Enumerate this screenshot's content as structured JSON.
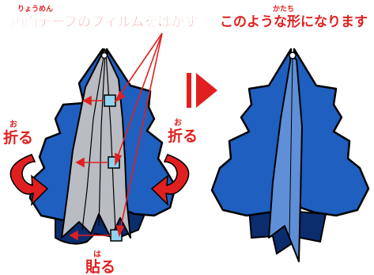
{
  "left_panel": {
    "title": "両面テープのフィルムをはがす",
    "title_ruby": "りょうめん",
    "fold_left": "折る",
    "fold_left_ruby": "お",
    "fold_right": "折る",
    "fold_right_ruby": "お",
    "stick": "貼る",
    "stick_ruby": "は"
  },
  "right_panel": {
    "title": "このような形になります",
    "title_ruby": "かたち"
  },
  "colors": {
    "tree_blue": "#1f5fbf",
    "tree_dark": "#0b2d6e",
    "tree_light": "#5f8fd6",
    "inner_gray": "#b9bcc2",
    "arrow_red": "#e02020",
    "tape_cyan": "#8fd3ee"
  }
}
